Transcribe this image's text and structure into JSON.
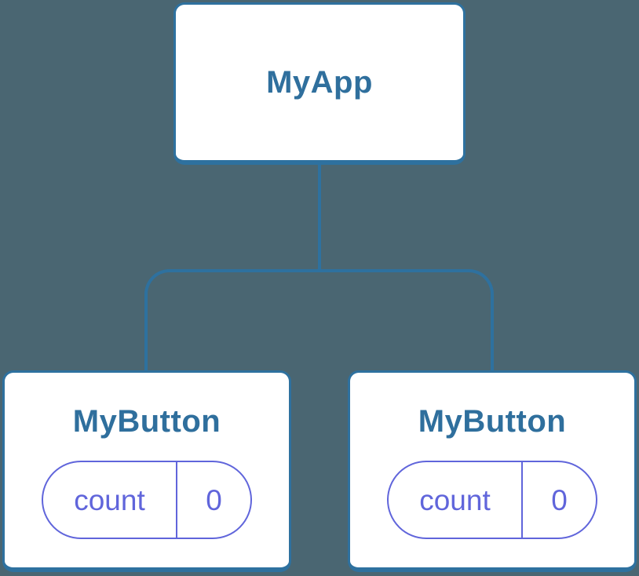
{
  "diagram": {
    "root": {
      "label": "MyApp"
    },
    "children": [
      {
        "label": "MyButton",
        "state": {
          "label": "count",
          "value": "0"
        }
      },
      {
        "label": "MyButton",
        "state": {
          "label": "count",
          "value": "0"
        }
      }
    ]
  },
  "colors": {
    "background": "#4A6672",
    "node_background": "#FFFFFF",
    "node_border": "#2E719F",
    "node_title": "#2F6F9D",
    "connector": "#2E719F",
    "state_accent": "#6065DB"
  }
}
